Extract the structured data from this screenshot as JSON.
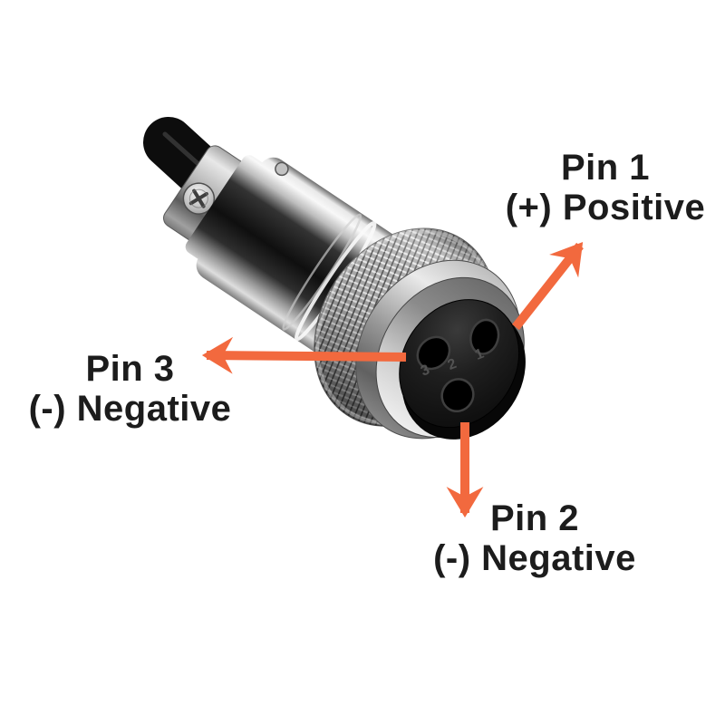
{
  "colors": {
    "background": "#ffffff",
    "arrow": "#f2693e",
    "text": "#1c1c1c"
  },
  "labels": {
    "pin1": {
      "name": "Pin 1",
      "polarity": "(+) Positive"
    },
    "pin2": {
      "name": "Pin 2",
      "polarity": "(-) Negative"
    },
    "pin3": {
      "name": "Pin 3",
      "polarity": "(-) Negative"
    }
  },
  "connector": {
    "socket_numbers": {
      "pin1": "1",
      "pin2": "2",
      "pin3": "3"
    }
  }
}
